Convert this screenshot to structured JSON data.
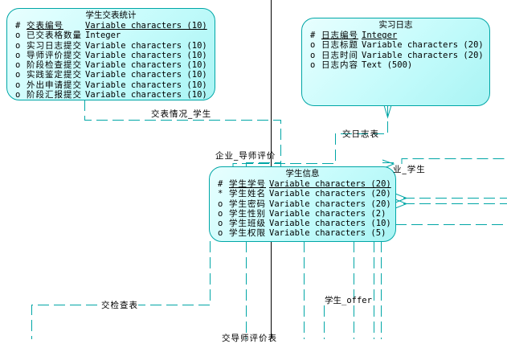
{
  "colors": {
    "line": "#00a6a6",
    "border": "#00a6a6",
    "axis_line": "#000000"
  },
  "entities": {
    "stats": {
      "title": "学生交表统计",
      "attributes": [
        {
          "mark": "#",
          "name": "交表编号",
          "type": "Variable characters (10)",
          "pk": true
        },
        {
          "mark": "o",
          "name": "已交表格数量",
          "type": "Integer"
        },
        {
          "mark": "o",
          "name": "实习日志提交",
          "type": "Variable characters (10)"
        },
        {
          "mark": "o",
          "name": "导师评价提交",
          "type": "Variable characters (10)"
        },
        {
          "mark": "o",
          "name": "阶段检查提交",
          "type": "Variable characters (10)"
        },
        {
          "mark": "o",
          "name": "实践鉴定提交",
          "type": "Variable characters (10)"
        },
        {
          "mark": "o",
          "name": "外出申请提交",
          "type": "Variable characters (10)"
        },
        {
          "mark": "o",
          "name": "阶段汇报提交",
          "type": "Variable characters (10)"
        }
      ]
    },
    "log": {
      "title": "实习日志",
      "attributes": [
        {
          "mark": "#",
          "name": "日志编号",
          "type": "Integer",
          "pk": true
        },
        {
          "mark": "o",
          "name": "日志标题",
          "type": "Variable characters (20)"
        },
        {
          "mark": "o",
          "name": "日志时间",
          "type": "Variable characters (20)"
        },
        {
          "mark": "o",
          "name": "日志内容",
          "type": "Text (500)"
        }
      ]
    },
    "student": {
      "title": "学生信息",
      "attributes": [
        {
          "mark": "#",
          "name": "学生学号",
          "type": "Variable characters (20)",
          "pk": true
        },
        {
          "mark": "*",
          "name": "学生姓名",
          "type": "Variable characters (20)"
        },
        {
          "mark": "o",
          "name": "学生密码",
          "type": "Variable characters (20)"
        },
        {
          "mark": "o",
          "name": "学生性别",
          "type": "Variable characters (2)"
        },
        {
          "mark": "o",
          "name": "学生班级",
          "type": "Variable characters (10)"
        },
        {
          "mark": "o",
          "name": "学生权限",
          "type": "Variable characters (5)"
        }
      ]
    }
  },
  "relationships": {
    "submit_status": "交表情况_学生",
    "submit_log": "交日志表",
    "company_tutor": "企业_导师评价",
    "company_student": "业_学生",
    "submit_check": "交检查表",
    "student_offer": "学生_offer",
    "submit_tutor_eval": "交导师评价表"
  }
}
